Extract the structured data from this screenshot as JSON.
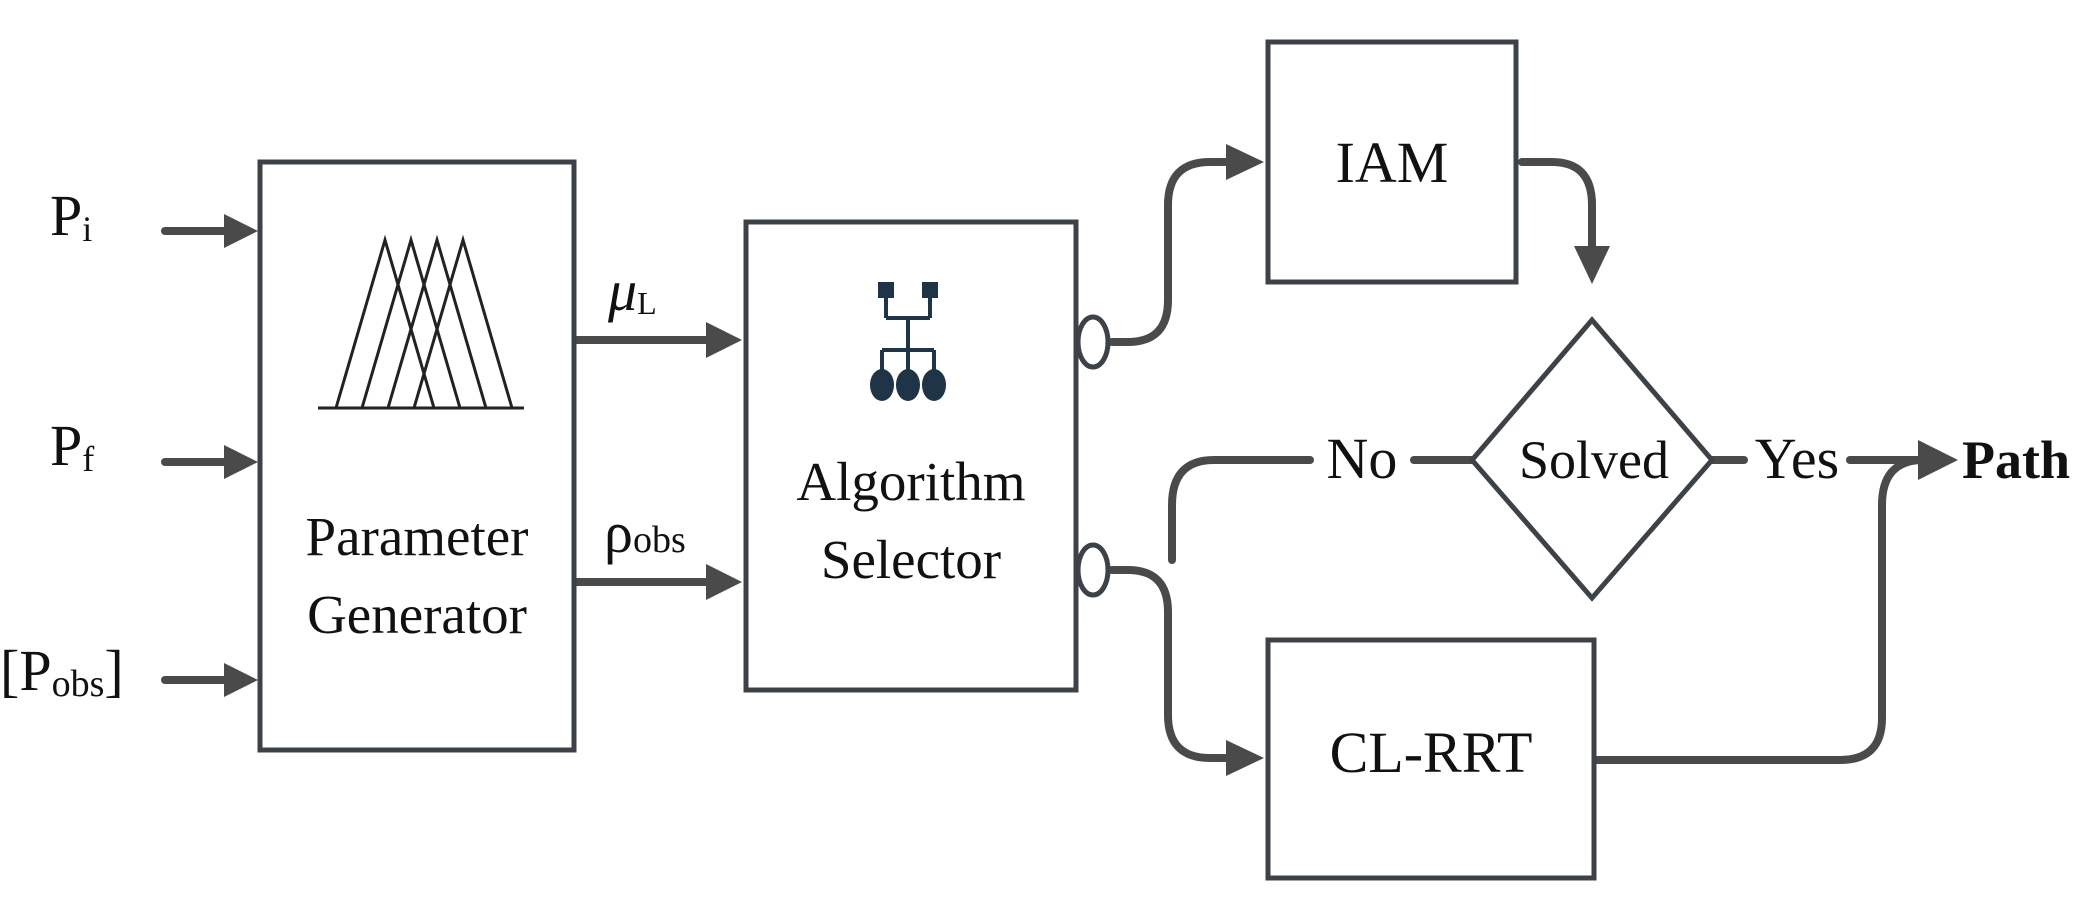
{
  "inputs": {
    "p_i": {
      "base": "P",
      "sub": "i"
    },
    "p_f": {
      "base": "P",
      "sub": "f"
    },
    "p_obs": {
      "open": "[",
      "base": "P",
      "sub": "obs",
      "close": "]"
    }
  },
  "parameter_generator": {
    "line1": "Parameter",
    "line2": "Generator"
  },
  "signals": {
    "mu": {
      "base": "μ",
      "sub": "L"
    },
    "rho": {
      "base": "ρ",
      "sub": "obs"
    }
  },
  "algorithm_selector": {
    "line1": "Algorithm",
    "line2": "Selector"
  },
  "iam": {
    "label": "IAM"
  },
  "cl_rrt": {
    "label": "CL-RRT"
  },
  "decision": {
    "label": "Solved",
    "no": "No",
    "yes": "Yes"
  },
  "output": {
    "label": "Path"
  },
  "icons": {
    "fuzzy": "fuzzy-membership-icon",
    "selector": "hierarchy-tree-icon"
  },
  "colors": {
    "stroke": "#3c4247",
    "wire": "#4a4a4a",
    "text": "#111111"
  }
}
